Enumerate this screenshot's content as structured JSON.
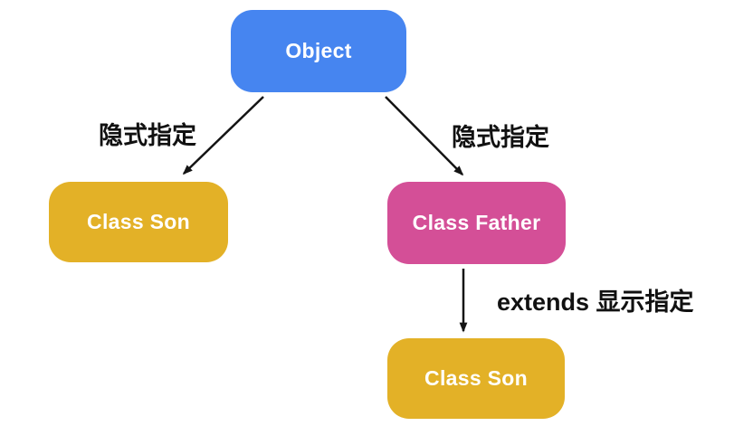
{
  "diagram": {
    "background_color": "#ffffff",
    "arrow_color": "#141414",
    "nodes": [
      {
        "id": "object",
        "label": "Object",
        "color": "#4685F0",
        "text_color": "#ffffff"
      },
      {
        "id": "class-son-left",
        "label": "Class Son",
        "color": "#E3B127",
        "text_color": "#ffffff"
      },
      {
        "id": "class-father",
        "label": "Class Father",
        "color": "#D44F97",
        "text_color": "#ffffff"
      },
      {
        "id": "class-son-bottom",
        "label": "Class Son",
        "color": "#E3B127",
        "text_color": "#ffffff"
      }
    ],
    "edges": [
      {
        "from": "object",
        "to": "class-son-left",
        "label": "隐式指定"
      },
      {
        "from": "object",
        "to": "class-father",
        "label": "隐式指定"
      },
      {
        "from": "class-father",
        "to": "class-son-bottom",
        "label": "extends 显示指定"
      }
    ]
  }
}
